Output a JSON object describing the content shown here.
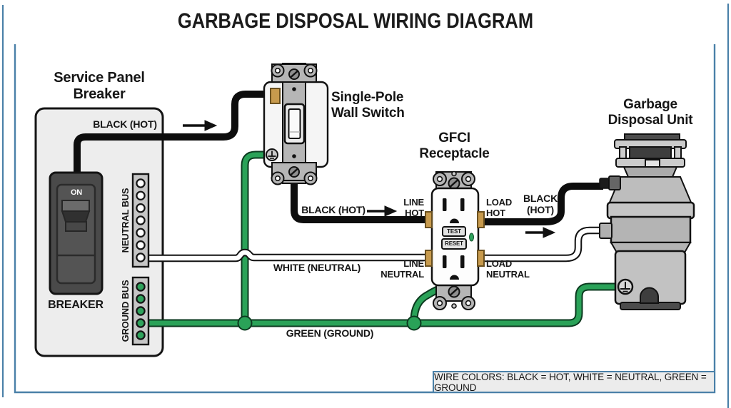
{
  "title": "GARBAGE DISPOSAL WIRING DIAGRAM",
  "panel": {
    "label": "Service Panel\nBreaker",
    "wire_label": "BLACK (HOT)",
    "breaker_on": "ON",
    "breaker_label": "BREAKER",
    "neutral_bus": "NEUTRAL BUS",
    "ground_bus": "GROUND BUS"
  },
  "wall_switch": {
    "label": "Single-Pole\nWall Switch"
  },
  "gfci": {
    "label": "GFCI\nReceptacle",
    "line_hot": "LINE\nHOT",
    "load_hot": "LOAD\nHOT",
    "line_neutral": "LINE\nNEUTRAL",
    "load_neutral": "LOAD\nNEUTRAL",
    "test": "TEST",
    "reset": "RESET"
  },
  "disposal": {
    "label": "Garbage\nDisposal Unit"
  },
  "wires": {
    "switch_to_gfci": "BLACK (HOT)",
    "gfci_to_disposal": "BLACK\n(HOT)",
    "white": "WHITE (NEUTRAL)",
    "green": "GREEN (GROUND)"
  },
  "legend": {
    "text": "WIRE COLORS: BLACK = HOT, WHITE = NEUTRAL, GREEN = GROUND"
  },
  "colors": {
    "frame_blue": "#4a80a8",
    "hot_black": "#0d0d0d",
    "neutral_white": "#ffffff",
    "ground_green": "#2aa258",
    "brass": "#c79a4d",
    "panel_gray": "#ededed"
  }
}
